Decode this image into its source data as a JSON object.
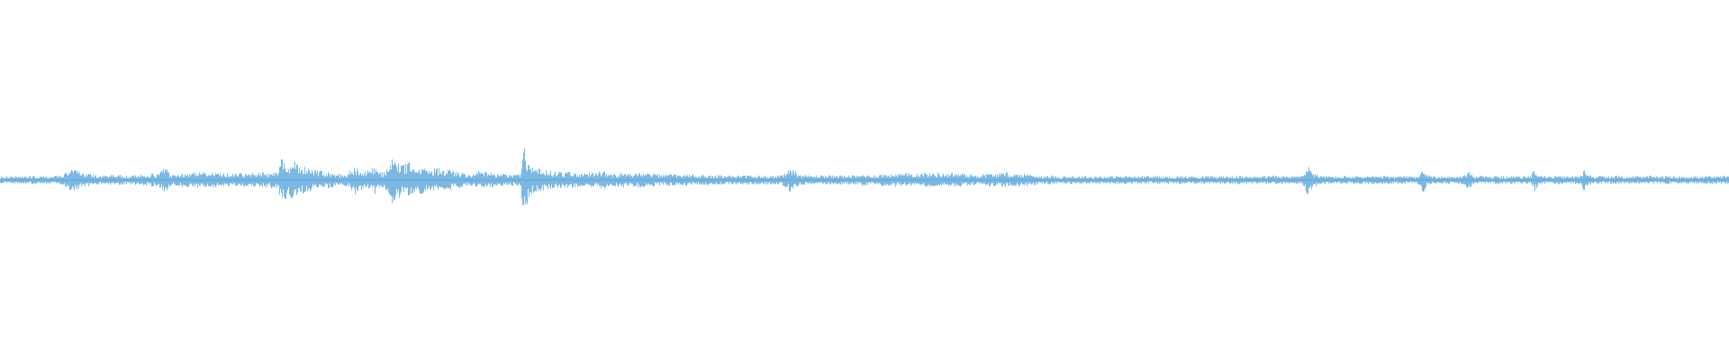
{
  "waveform": {
    "color": "#5aa7dc",
    "background": "#ffffff",
    "duration_s": 1920,
    "amplitude_range": [
      -1,
      1
    ],
    "peak_envelope": [
      0.08,
      0.08,
      0.09,
      0.08,
      0.1,
      0.1,
      0.1,
      0.09,
      0.1,
      0.09,
      0.09,
      0.08,
      0.09,
      0.1,
      0.1,
      0.12,
      0.23,
      0.26,
      0.25,
      0.21,
      0.14,
      0.16,
      0.14,
      0.12,
      0.1,
      0.1,
      0.11,
      0.13,
      0.14,
      0.12,
      0.11,
      0.1,
      0.1,
      0.12,
      0.13,
      0.12,
      0.14,
      0.16,
      0.14,
      0.22,
      0.32,
      0.16,
      0.14,
      0.14,
      0.16,
      0.18,
      0.19,
      0.2,
      0.18,
      0.19,
      0.17,
      0.18,
      0.18,
      0.17,
      0.18,
      0.16,
      0.17,
      0.15,
      0.17,
      0.15,
      0.17,
      0.16,
      0.18,
      0.2,
      0.19,
      0.17,
      0.2,
      0.18,
      0.55,
      0.5,
      0.38,
      0.45,
      0.4,
      0.35,
      0.3,
      0.28,
      0.26,
      0.24,
      0.22,
      0.2,
      0.18,
      0.17,
      0.16,
      0.15,
      0.16,
      0.25,
      0.35,
      0.26,
      0.2,
      0.22,
      0.28,
      0.33,
      0.2,
      0.18,
      0.28,
      0.58,
      0.48,
      0.4,
      0.35,
      0.55,
      0.32,
      0.28,
      0.34,
      0.29,
      0.27,
      0.28,
      0.3,
      0.25,
      0.24,
      0.26,
      0.22,
      0.2,
      0.18,
      0.16,
      0.14,
      0.15,
      0.22,
      0.2,
      0.18,
      0.17,
      0.16,
      0.14,
      0.15,
      0.16,
      0.14,
      0.12,
      0.18,
      0.9,
      0.46,
      0.32,
      0.26,
      0.28,
      0.24,
      0.22,
      0.2,
      0.21,
      0.19,
      0.18,
      0.2,
      0.18,
      0.17,
      0.16,
      0.19,
      0.17,
      0.16,
      0.2,
      0.24,
      0.18,
      0.15,
      0.16,
      0.17,
      0.18,
      0.16,
      0.15,
      0.16,
      0.18,
      0.17,
      0.15,
      0.14,
      0.16,
      0.13,
      0.12,
      0.14,
      0.15,
      0.13,
      0.12,
      0.13,
      0.14,
      0.12,
      0.11,
      0.12,
      0.13,
      0.11,
      0.1,
      0.12,
      0.11,
      0.1,
      0.12,
      0.1,
      0.11,
      0.1,
      0.12,
      0.11,
      0.1,
      0.11,
      0.12,
      0.1,
      0.11,
      0.1,
      0.11,
      0.14,
      0.26,
      0.32,
      0.18,
      0.14,
      0.12,
      0.11,
      0.1,
      0.11,
      0.12,
      0.11,
      0.12,
      0.1,
      0.13,
      0.11,
      0.1,
      0.12,
      0.11,
      0.1,
      0.14,
      0.13,
      0.11,
      0.12,
      0.13,
      0.14,
      0.15,
      0.14,
      0.15,
      0.16,
      0.15,
      0.16,
      0.17,
      0.16,
      0.17,
      0.18,
      0.16,
      0.17,
      0.18,
      0.17,
      0.16,
      0.18,
      0.17,
      0.16,
      0.17,
      0.15,
      0.14,
      0.13,
      0.12,
      0.14,
      0.15,
      0.16,
      0.15,
      0.17,
      0.16,
      0.18,
      0.15,
      0.14,
      0.15,
      0.16,
      0.15,
      0.14,
      0.12,
      0.1,
      0.09,
      0.1,
      0.11,
      0.09,
      0.08,
      0.1,
      0.09,
      0.1,
      0.08,
      0.09,
      0.1,
      0.09,
      0.08,
      0.09,
      0.1,
      0.09,
      0.08,
      0.09,
      0.1,
      0.09,
      0.1,
      0.09,
      0.08,
      0.09,
      0.1,
      0.09,
      0.08,
      0.12,
      0.09,
      0.08,
      0.09,
      0.08,
      0.09,
      0.1,
      0.09,
      0.08,
      0.1,
      0.09,
      0.08,
      0.09,
      0.1,
      0.09,
      0.08,
      0.09,
      0.1,
      0.08,
      0.09,
      0.1,
      0.09,
      0.08,
      0.09,
      0.1,
      0.12,
      0.1,
      0.09,
      0.1,
      0.11,
      0.09,
      0.1,
      0.09,
      0.08,
      0.1,
      0.09,
      0.14,
      0.4,
      0.22,
      0.14,
      0.1,
      0.09,
      0.1,
      0.09,
      0.08,
      0.09,
      0.1,
      0.09,
      0.08,
      0.09,
      0.1,
      0.09,
      0.1,
      0.09,
      0.08,
      0.09,
      0.1,
      0.09,
      0.08,
      0.09,
      0.1,
      0.09,
      0.08,
      0.09,
      0.1,
      0.32,
      0.12,
      0.09,
      0.1,
      0.09,
      0.08,
      0.09,
      0.1,
      0.09,
      0.08,
      0.12,
      0.22,
      0.12,
      0.09,
      0.1,
      0.09,
      0.08,
      0.09,
      0.1,
      0.09,
      0.08,
      0.09,
      0.1,
      0.09,
      0.08,
      0.09,
      0.1,
      0.3,
      0.12,
      0.1,
      0.09,
      0.08,
      0.09,
      0.1,
      0.09,
      0.08,
      0.09,
      0.1,
      0.09,
      0.3,
      0.14,
      0.1,
      0.09,
      0.1,
      0.09,
      0.08,
      0.09,
      0.1,
      0.09,
      0.08,
      0.09,
      0.1,
      0.09,
      0.08,
      0.09,
      0.1,
      0.09,
      0.08,
      0.09,
      0.1,
      0.09,
      0.08,
      0.09,
      0.1,
      0.09,
      0.08,
      0.09,
      0.08,
      0.09,
      0.1,
      0.09,
      0.08,
      0.09,
      0.1,
      0.09
    ]
  }
}
